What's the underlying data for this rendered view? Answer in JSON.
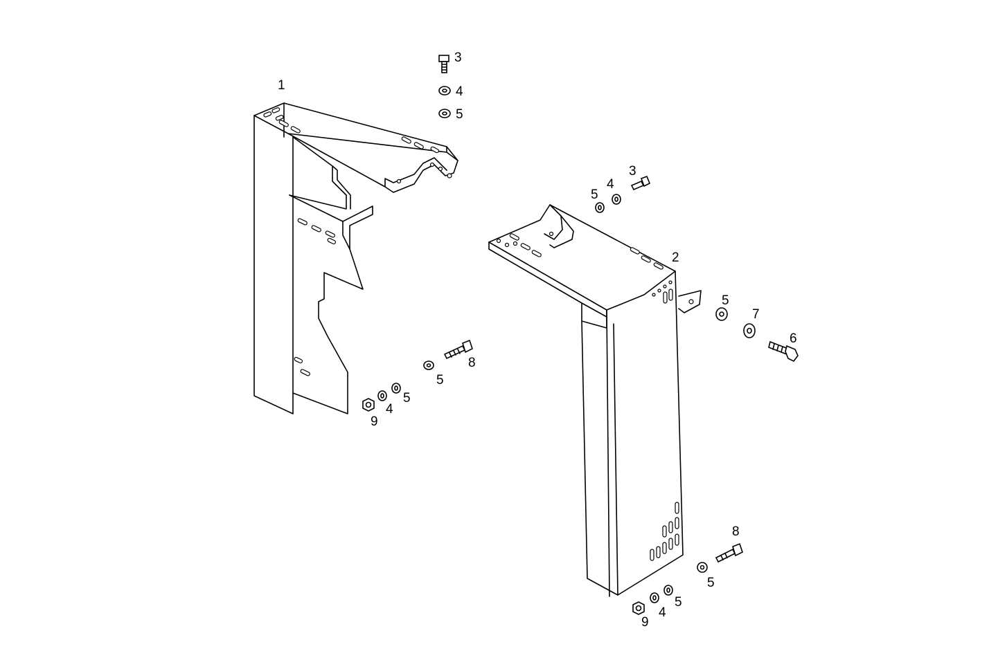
{
  "callouts": {
    "p1": "1",
    "p2": "2",
    "top_left_bolt": "3",
    "top_left_washer": "4",
    "top_left_washer2": "5",
    "mid_left_washer": "5",
    "mid_left_bolt": "8",
    "bottom_left_nut": "9",
    "bottom_left_washer": "4",
    "bottom_left_washer2": "5",
    "top_right_washer2": "5",
    "top_right_washer": "4",
    "top_right_bolt": "3",
    "side_right_washer2": "5",
    "side_right_washer": "7",
    "side_right_bolt": "6",
    "bottom_right_bolt": "8",
    "bottom_right_washer": "5",
    "bottom_right_nut": "9",
    "bottom_right_washer1": "4",
    "bottom_right_washer2": "5"
  }
}
